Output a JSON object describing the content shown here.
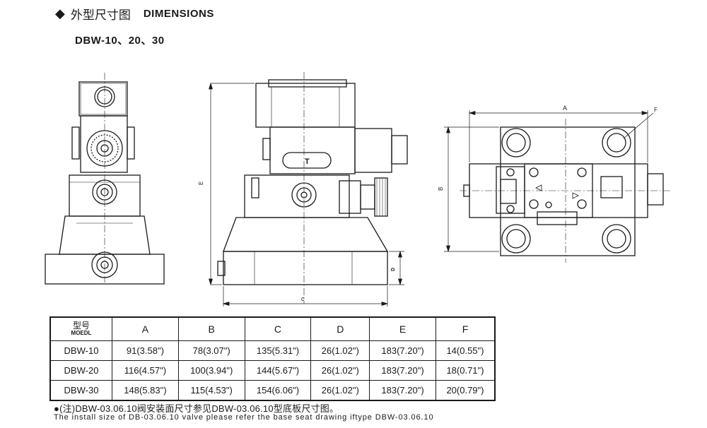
{
  "heading": {
    "cn": "外型尺寸图",
    "en": "DIMENSIONS"
  },
  "model_range": "DBW-10、20、30",
  "labels": {
    "A": "A",
    "B": "B",
    "C": "c",
    "D": "D",
    "E": "E",
    "F": "F",
    "T": "T"
  },
  "table": {
    "model_header_cn": "型号",
    "model_header_en": "MOEDL",
    "columns": [
      "A",
      "B",
      "C",
      "D",
      "E",
      "F"
    ],
    "rows": [
      {
        "model": "DBW-10",
        "values": [
          "91(3.58\")",
          "78(3.07\")",
          "135(5.31\")",
          "26(1.02\")",
          "183(7.20\")",
          "14(0.55\")"
        ]
      },
      {
        "model": "DBW-20",
        "values": [
          "116(4.57\")",
          "100(3.94\")",
          "144(5.67\")",
          "26(1.02\")",
          "183(7.20\")",
          "18(0.71\")"
        ]
      },
      {
        "model": "DBW-30",
        "values": [
          "148(5.83\")",
          "115(4.53\")",
          "154(6.06\")",
          "26(1.02\")",
          "183(7.20\")",
          "20(0.79\")"
        ]
      }
    ]
  },
  "notes": {
    "bullet": "●",
    "cn": "(注)DBW-03.06.10阀安装面尺寸参见DBW-03.06.10型底板尺寸图。",
    "en": "The install size of DB-03.06.10 valve please refer the base seat drawing iftype DBW-03.06.10"
  }
}
